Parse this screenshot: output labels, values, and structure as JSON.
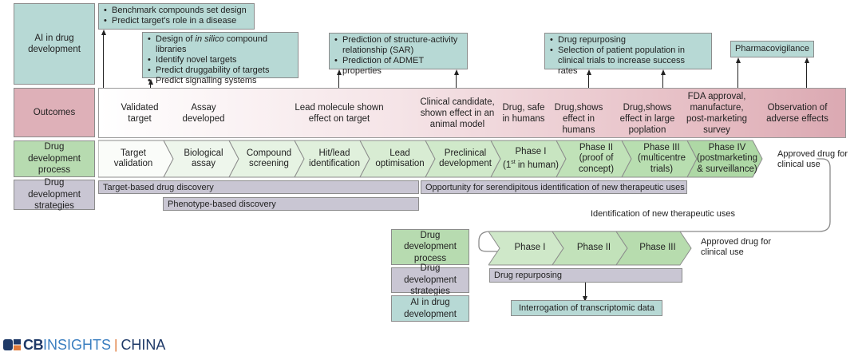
{
  "row_labels": {
    "ai": "AI in drug development",
    "outcomes": "Outcomes",
    "process": "Drug development process",
    "strategies": "Drug development strategies"
  },
  "ai_boxes": [
    {
      "items": [
        "Benchmark compounds set design",
        "Predict target's role in a disease"
      ]
    },
    {
      "items": [
        "Design of in silico compound libraries",
        "Identify novel targets",
        "Predict druggability of targets",
        "Predict signalling systems"
      ]
    },
    {
      "items": [
        "Prediction of structure-activity relationship (SAR)",
        "Prediction of ADMET properties"
      ]
    },
    {
      "items": [
        "Drug repurposing",
        "Selection of patient population in clinical trials to increase success rates"
      ]
    },
    {
      "items": [
        "Pharmacovigilance"
      ]
    }
  ],
  "ai_box2_first": {
    "prefix": "Design of ",
    "italic": "in silico",
    "suffix": " compound libraries"
  },
  "outcomes": [
    "Validated target",
    "Assay developed",
    "Lead molecule shown effect on target",
    "Clinical candidate, shown effect in an animal model",
    "Drug, safe in humans",
    "Drug,shows effect in humans",
    "Drug,shows effect in large poplation",
    "FDA approval, manufacture, post-marketing survey",
    "Observation of adverse effects"
  ],
  "process_steps": [
    {
      "line1": "Target",
      "line2": "validation",
      "line3": ""
    },
    {
      "line1": "Biological",
      "line2": "assay",
      "line3": ""
    },
    {
      "line1": "Compound",
      "line2": "screening",
      "line3": ""
    },
    {
      "line1": "Hit/lead",
      "line2": "identification",
      "line3": ""
    },
    {
      "line1": "Lead",
      "line2": "optimisation",
      "line3": ""
    },
    {
      "line1": "Preclinical",
      "line2": "development",
      "line3": ""
    },
    {
      "line1": "Phase I",
      "line2": "(1st in human)",
      "line3": ""
    },
    {
      "line1": "Phase II",
      "line2": "(proof of",
      "line3": "concept)"
    },
    {
      "line1": "Phase III",
      "line2": "(multicentre",
      "line3": "trials)"
    },
    {
      "line1": "Phase IV",
      "line2": "(postmarketing",
      "line3": "& surveillance)"
    }
  ],
  "phase1_sub": {
    "pre": "(1",
    "sup": "st",
    "post": " in human)"
  },
  "approved_label": "Approved drug for clinical use",
  "strategies": {
    "target_based": "Target-based drug discovery",
    "phenotype_based": "Phenotype-based discovery",
    "serendipitous": "Opportunity for serendipitous identification of new therapeutic uses"
  },
  "loop_label": "Identification of new therapeutic uses",
  "repurposing": {
    "labels": {
      "process": "Drug development process",
      "strategies": "Drug development strategies",
      "ai": "AI in drug development"
    },
    "phases": [
      "Phase I",
      "Phase II",
      "Phase III"
    ],
    "approved_label": "Approved drug for clinical use",
    "strategy": "Drug repurposing",
    "ai_item": "Interrogation of transcriptomic data"
  },
  "logo": {
    "cb": "CB",
    "insights": "INSIGHTS",
    "divider": "|",
    "region": "CHINA"
  },
  "colors": {
    "ai": "#b7d9d5",
    "outcomes": "#deb0b8",
    "process": "#b7dbb0",
    "strategies": "#c9c6d3",
    "logo_navy": "#1f3a68",
    "logo_blue": "#3b7fc0",
    "logo_orange": "#e07a3a"
  }
}
